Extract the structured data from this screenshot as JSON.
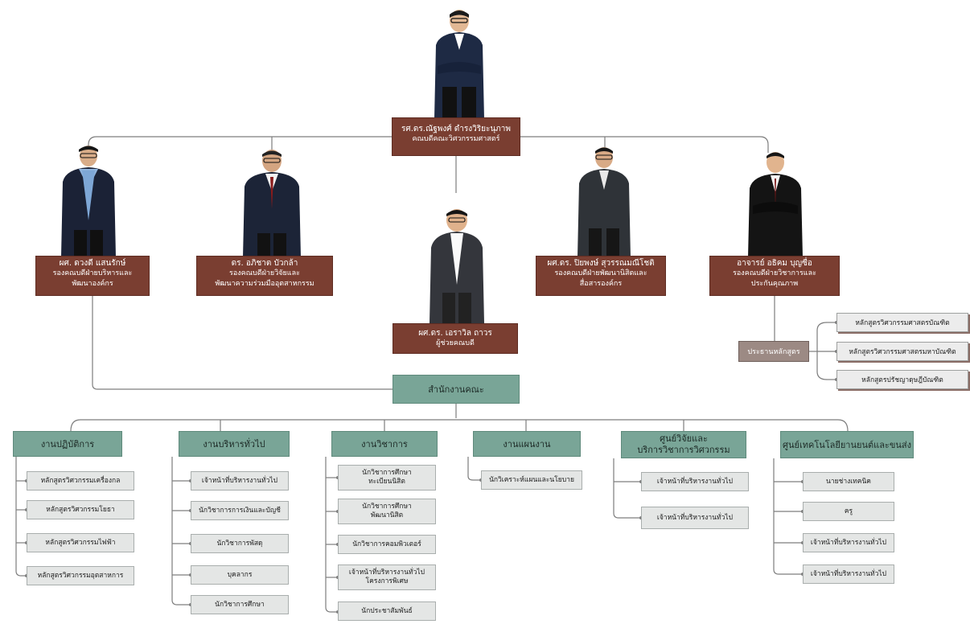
{
  "dean": {
    "name": "รศ.ดร.ณัฐพงศ์ ดำรงวิริยะนุภาพ",
    "role": "คณบดีคณะวิศวกรรมศาสตร์"
  },
  "associate_deans": [
    {
      "name": "ผศ. ดวงดี แสนรักษ์",
      "role1": "รองคณบดีฝ่ายบริหารและ",
      "role2": "พัฒนาองค์กร"
    },
    {
      "name": "ดร. อภิชาต บัวกล้า",
      "role1": "รองคณบดีฝ่ายวิจัยและ",
      "role2": "พัฒนาความร่วมมืออุตสาหกรรม"
    },
    {
      "name": "ผศ.ดร. ปิยพงษ์ สุวรรณมณีโชติ",
      "role1": "รองคณบดีฝ่ายพัฒนานิสิตและ",
      "role2": "สื่อสารองค์กร"
    },
    {
      "name": "อาจารย์ อธิคม บุญซื่อ",
      "role1": "รองคณบดีฝ่ายวิชาการและ",
      "role2": "ประกันคุณภาพ"
    }
  ],
  "assistant_dean": {
    "name": "ผศ.ดร. เอราวิล ถาวร",
    "role": "ผู้ช่วยคณบดี"
  },
  "program_chair": {
    "label": "ประธานหลักสูตร"
  },
  "programs": [
    "หลักสูตรวิศวกรรมศาสตรบัณฑิต",
    "หลักสูตรวิศวกรรมศาสตรมหาบัณฑิต",
    "หลักสูตรปรัชญาดุษฎีบัณฑิต"
  ],
  "office": {
    "label": "สำนักงานคณะ"
  },
  "units": [
    {
      "title": "งานปฏิบัติการ",
      "items": [
        "หลักสูตรวิศวกรรมเครื่องกล",
        "หลักสูตรวิศวกรรมโยธา",
        "หลักสูตรวิศวกรรมไฟฟ้า",
        "หลักสูตรวิศวกรรมอุตสาหการ"
      ]
    },
    {
      "title": "งานบริหารทั่วไป",
      "items": [
        "เจ้าหน้าที่บริหารงานทั่วไป",
        "นักวิชาการการเงินและบัญชี",
        "นักวิชาการพัสดุ",
        "บุคลากร",
        "นักวิชาการศึกษา"
      ]
    },
    {
      "title": "งานวิชาการ",
      "items": [
        [
          "นักวิชาการศึกษา",
          "ทะเบียนนิสิต"
        ],
        [
          "นักวิชาการศึกษา",
          "พัฒนานิสิต"
        ],
        [
          "นักวิชาการคอมพิวเตอร์"
        ],
        [
          "เจ้าหน้าที่บริหารงานทั่วไป",
          "โครงการพิเศษ"
        ],
        [
          "นักประชาสัมพันธ์"
        ]
      ]
    },
    {
      "title": "งานแผนงาน",
      "items": [
        "นักวิเคราะห์แผนและนโยบาย"
      ]
    },
    {
      "title1": "ศูนย์วิจัยและ",
      "title2": "บริการวิชาการวิศวกรรม",
      "items": [
        "เจ้าหน้าที่บริหารงานทั่วไป",
        "เจ้าหน้าที่บริหารงานทั่วไป"
      ]
    },
    {
      "title": "ศูนย์เทคโนโลยียานยนต์และขนส่ง",
      "items": [
        "นายช่างเทคนิค",
        "ครู",
        "เจ้าหน้าที่บริหารงานทั่วไป",
        "เจ้าหน้าที่บริหารงานทั่วไป"
      ]
    }
  ],
  "colors": {
    "name_box": "#7a3e31",
    "unit_header": "#79a597",
    "item_box": "#e4e6e5",
    "chair_box": "#9c8a84",
    "line": "#7d7d7d"
  }
}
